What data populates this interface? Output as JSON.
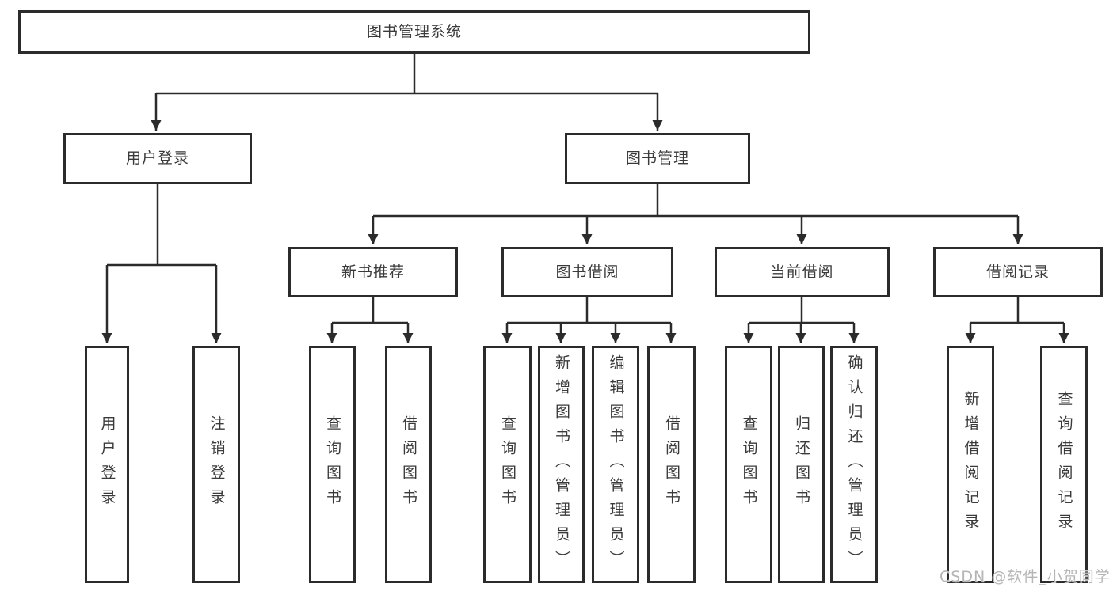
{
  "tree": {
    "root": "图书管理系统",
    "login_branch": {
      "label": "用户登录",
      "leaves": [
        "用户登录",
        "注销登录"
      ]
    },
    "manage_branch": {
      "label": "图书管理",
      "groups": [
        {
          "label": "新书推荐",
          "leaves": [
            "查询图书",
            "借阅图书"
          ]
        },
        {
          "label": "图书借阅",
          "leaves": [
            "查询图书",
            "新增图书（管理员）",
            "编辑图书（管理员）",
            "借阅图书"
          ]
        },
        {
          "label": "当前借阅",
          "leaves": [
            "查询图书",
            "归还图书",
            "确认归还（管理员）"
          ]
        },
        {
          "label": "借阅记录",
          "leaves": [
            "新增借阅记录",
            "查询借阅记录"
          ]
        }
      ]
    }
  },
  "watermark": "CSDN @软件_小贺同学",
  "colors": {
    "line": "#2b2b2b",
    "box_background": "#ffffff",
    "text": "#3a3a3a",
    "watermark": "#b5b5b5"
  }
}
